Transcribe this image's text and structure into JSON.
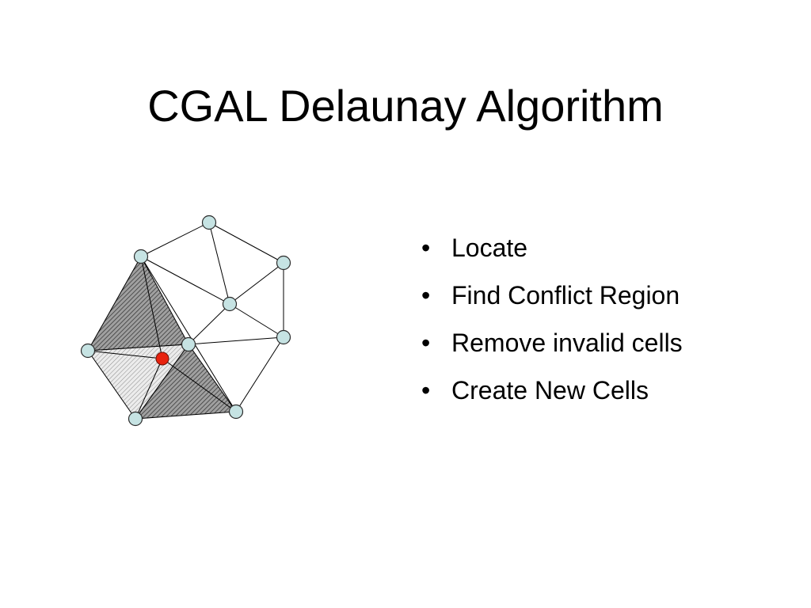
{
  "slide": {
    "title": "CGAL Delaunay Algorithm"
  },
  "bullets": [
    {
      "marker": "•",
      "text": "Locate"
    },
    {
      "marker": "•",
      "text": "Find Conflict Region"
    },
    {
      "marker": "•",
      "text": "Remove invalid cells"
    },
    {
      "marker": "•",
      "text": "Create New Cells"
    }
  ],
  "diagram": {
    "description_colors": {
      "vertex_fill": "#c6e3e3",
      "vertex_stroke": "#2b2b2b",
      "inserted_point_fill": "#e8220e",
      "dark_face_fill": "#8a8a8a",
      "light_face_fill": "#d9d9d9",
      "edge_color": "#000000"
    }
  }
}
